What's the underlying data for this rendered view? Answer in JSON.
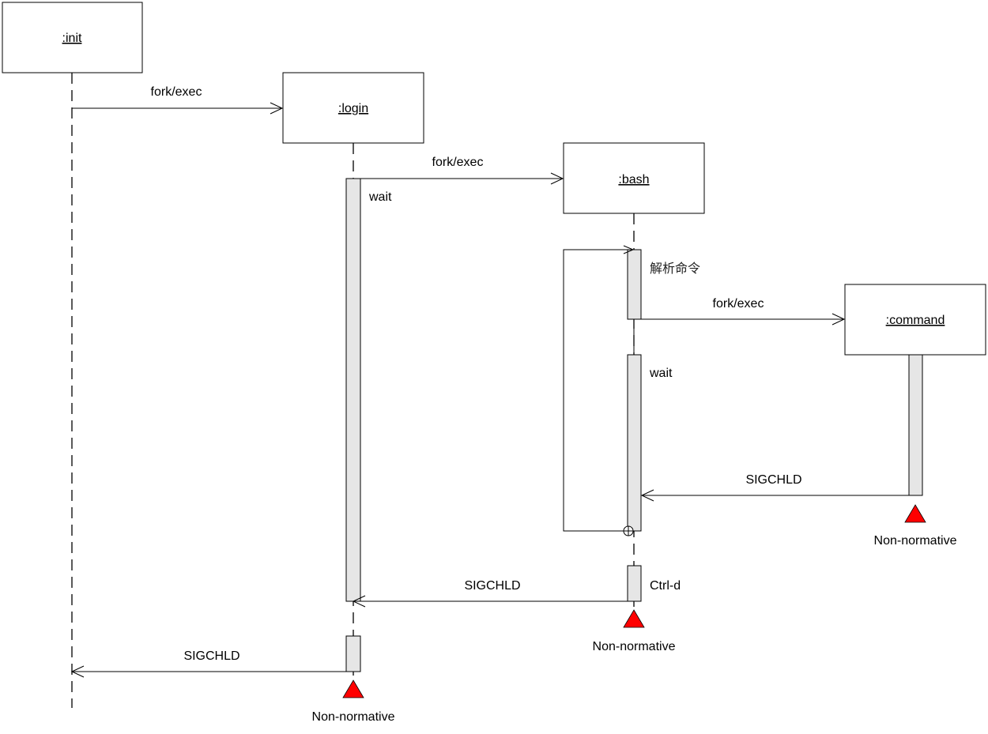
{
  "lifelines": {
    "init": ":init",
    "login": ":login",
    "bash": ":bash",
    "command": ":command"
  },
  "messages": {
    "init_fork": "fork/exec",
    "login_fork": "fork/exec",
    "bash_fork": "fork/exec",
    "command_sigchld": "SIGCHLD",
    "bash_sigchld": "SIGCHLD",
    "login_sigchld": "SIGCHLD"
  },
  "notes": {
    "login_wait": "wait",
    "bash_parse": "解析命令",
    "bash_wait": "wait",
    "bash_ctrl": "Ctrl-d"
  },
  "terminations": {
    "command": "Non-normative",
    "bash": "Non-normative",
    "login": "Non-normative"
  },
  "colors": {
    "activation_fill": "#e6e6e6",
    "termination_fill": "#ff0000",
    "line": "#000000"
  }
}
